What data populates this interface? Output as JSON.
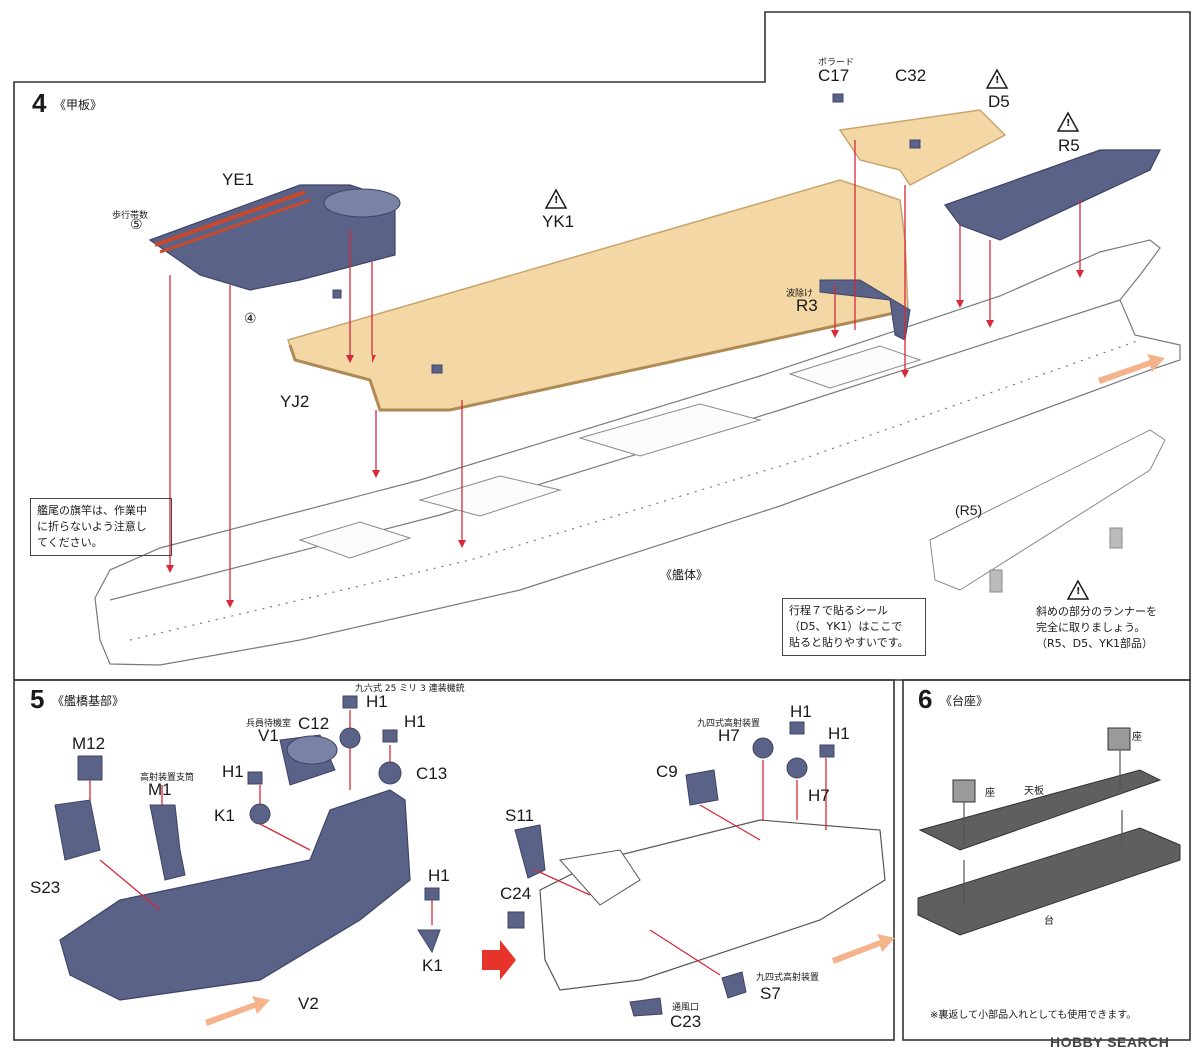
{
  "step4": {
    "number": "4",
    "title": "《甲板》",
    "hull_label": "《艦体》",
    "parts": {
      "ye1": "YE1",
      "yk1": "YK1",
      "yj2": "YJ2",
      "r3": "R3",
      "r3_sub": "波除け",
      "c17": "C17",
      "c17_sub": "ボラード",
      "c32": "C32",
      "d5": "D5",
      "r5": "R5",
      "r5_paren": "(R5)"
    },
    "walkway_label": "歩行帯数",
    "circled_5": "⑤",
    "circled_4": "④",
    "warning_symbol": "!",
    "note_left": [
      "艦尾の旗竿は、作業中",
      "に折らないよう注意し",
      "てください。"
    ],
    "note_mid": [
      "行程７で貼るシール",
      "（D5、YK1）はここで",
      "貼ると貼りやすいです。"
    ],
    "note_right": [
      "斜めの部分のランナーを",
      "完全に取りましょう。",
      "（R5、D5、YK1部品）"
    ]
  },
  "step5": {
    "number": "5",
    "title": "《艦橋基部》",
    "parts": {
      "m12": "M12",
      "m1": "M1",
      "m1_sub": "高射装置支筒",
      "s23": "S23",
      "h1": "H1",
      "k1": "K1",
      "v1": "V1",
      "v1_sub": "兵員待機室",
      "c12": "C12",
      "c13": "C13",
      "v2": "V2",
      "top_sub": "九六式 25 ミリ 3 連装機銃",
      "s11": "S11",
      "c24": "C24",
      "c9": "C9",
      "h7": "H7",
      "h7_sub": "九四式高射装置",
      "s7": "S7",
      "s7_sub": "九四式高射装置",
      "c23": "C23",
      "c23_sub": "通風口"
    }
  },
  "step6": {
    "number": "6",
    "title": "《台座》",
    "seat": "座",
    "top_plate": "天板",
    "base": "台",
    "note": "※裏返して小部品入れとしても使用できます。"
  },
  "watermark": "HOBBY SEARCH",
  "colors": {
    "part_blue": "#5a6287",
    "part_blue_dark": "#3e4466",
    "deck_tan": "#f3d7a4",
    "deck_edge": "#c9a56d",
    "arrow_red": "#d8283a",
    "accent_red": "#e8332c",
    "hull_line": "#7a7a7a",
    "base_gray": "#5f5f5f",
    "peach_arrow": "#f4b38a"
  }
}
